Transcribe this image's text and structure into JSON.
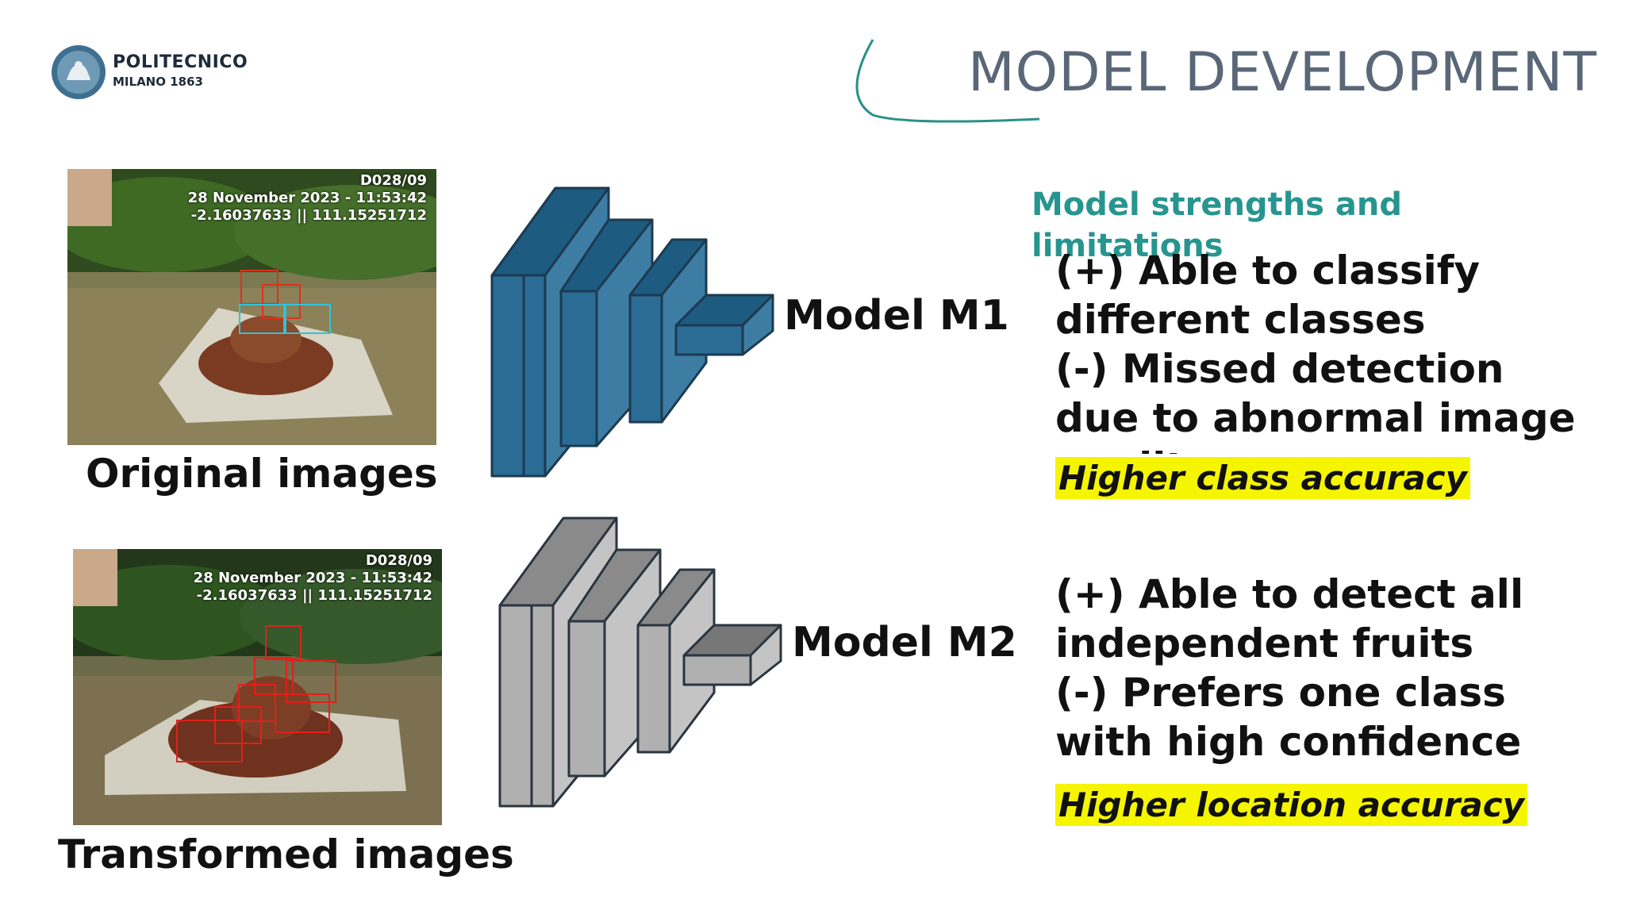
{
  "header": {
    "logo_name": "POLITECNICO",
    "logo_sub": "MILANO 1863",
    "title": "MODEL DEVELOPMENT"
  },
  "photos": {
    "id": "D028/09",
    "datetime": "28 November 2023 - 11:53:42",
    "coords": "-2.16037633 || 111.15251712"
  },
  "captions": {
    "original": "Original images",
    "transformed": "Transformed images"
  },
  "models": {
    "m1": "Model M1",
    "m2": "Model M2"
  },
  "strengths": {
    "heading": "Model strengths and limitations",
    "m1_lines": [
      "(+) Able to classify",
      "different classes",
      "(-) Missed detection",
      "due to abnormal image",
      "quality"
    ],
    "m1_highlight": "Higher class accuracy",
    "m2_lines": [
      "(+) Able to detect all",
      "independent fruits",
      "(-) Prefers one class",
      "with high confidence"
    ],
    "m2_highlight": "Higher location accuracy"
  },
  "colors": {
    "title": "#5a6778",
    "heading_teal": "#27958f",
    "m1_blue": "#3d7da3",
    "m2_gray": "#b5b5b5",
    "highlight": "#f5f500"
  }
}
